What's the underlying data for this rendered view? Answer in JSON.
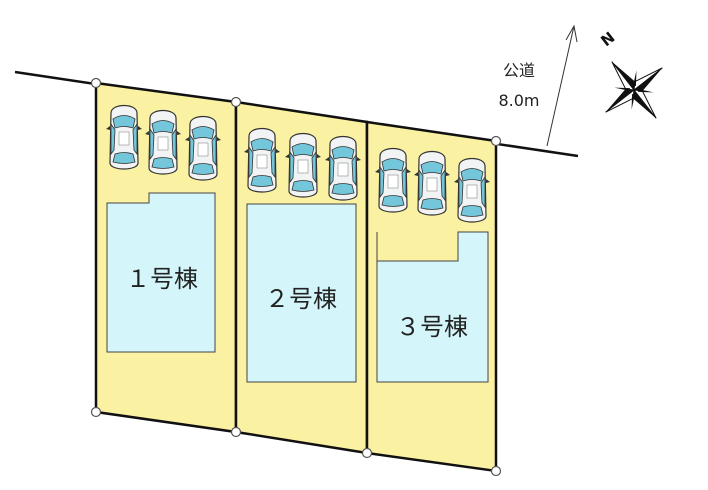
{
  "road": {
    "name": "公道",
    "width": "8.0m"
  },
  "compass": {
    "north_letter": "N"
  },
  "colors": {
    "lot_fill": "#fbf1a3",
    "building_fill": "#d4f6fa",
    "car_body": "#f2f3f4",
    "car_glass": "#74c7db",
    "outline": "#111111"
  },
  "lots": [
    {
      "label": "１号棟",
      "parking_spaces": 3
    },
    {
      "label": "２号棟",
      "parking_spaces": 3
    },
    {
      "label": "３号棟",
      "parking_spaces": 3
    }
  ]
}
